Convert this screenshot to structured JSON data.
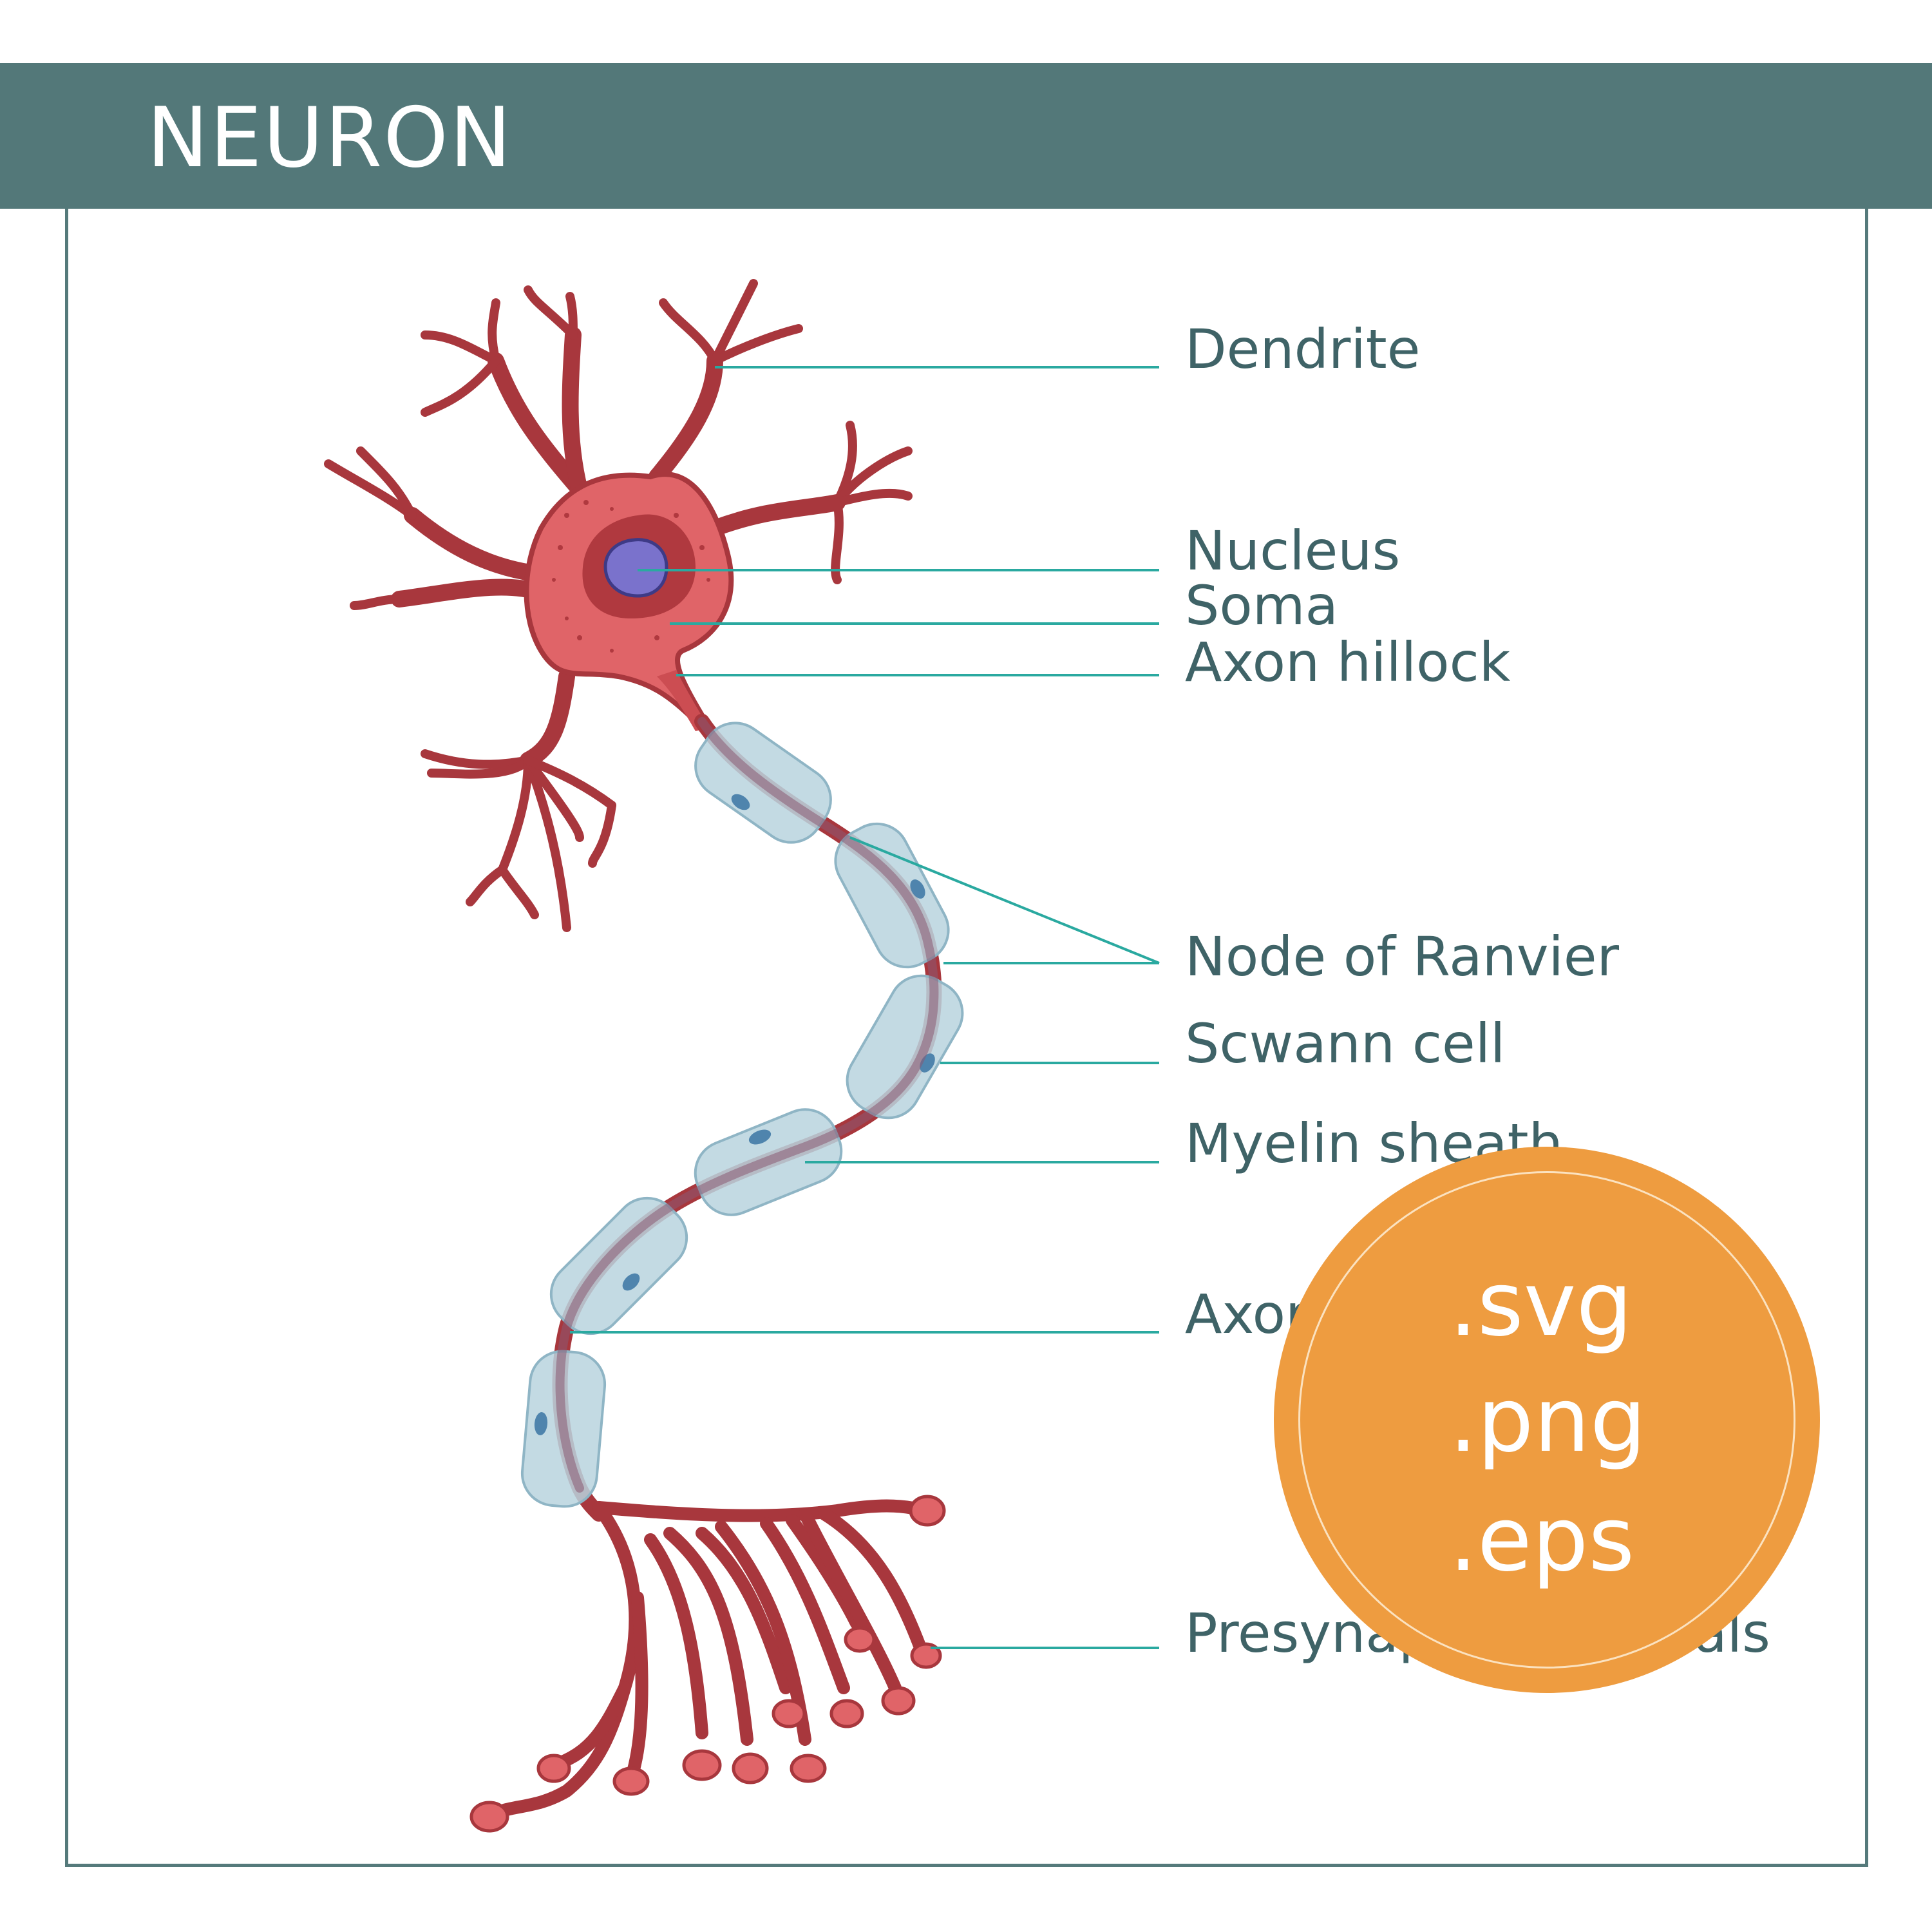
{
  "title": "NEURON",
  "labels": {
    "dendrite": "Dendrite",
    "nucleus": "Nucleus",
    "soma": "Soma",
    "axon_hillock": "Axon hillock",
    "node_of_ranvier": "Node of Ranvier",
    "schwann_cell": "Scwann cell",
    "myelin_sheath": "Myelin sheath",
    "axon": "Axon",
    "presynaptic_terminals": "Presynaptic terminals"
  },
  "badge": {
    "formats": [
      ".svg",
      ".png",
      ".eps"
    ]
  },
  "colors": {
    "header": "#537879",
    "label_text": "#3f6367",
    "leader_line": "#2aa9a0",
    "neuron_body": "#e06468",
    "neuron_dark": "#b0393f",
    "nucleus": "#7a72cc",
    "myelin": "#b9d3de",
    "badge": "#ee9c40"
  }
}
